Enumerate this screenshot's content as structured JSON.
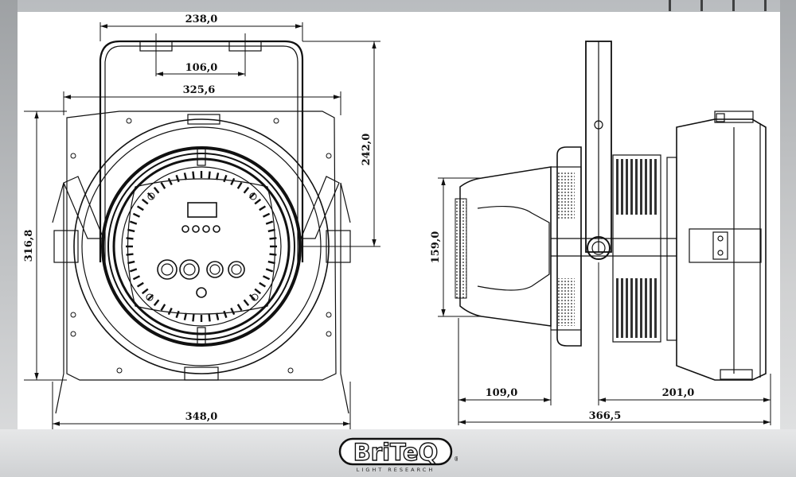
{
  "dimensions": {
    "front_bracket_width": "238,0",
    "front_mount_spacing": "106,0",
    "front_body_width": "325,6",
    "front_total_width": "348,0",
    "front_total_height": "316,8",
    "front_bracket_height": "242,0",
    "side_front_diameter": "159,0",
    "side_front_depth": "109,0",
    "side_rear_depth": "201,0",
    "side_total_depth": "366,5"
  },
  "brand": {
    "name": "BriTeQ",
    "tagline": "LIGHT RESEARCH",
    "mark": "®"
  },
  "colors": {
    "line": "#111111",
    "paper": "#ffffff"
  },
  "icons": [
    "briteq-logo"
  ]
}
